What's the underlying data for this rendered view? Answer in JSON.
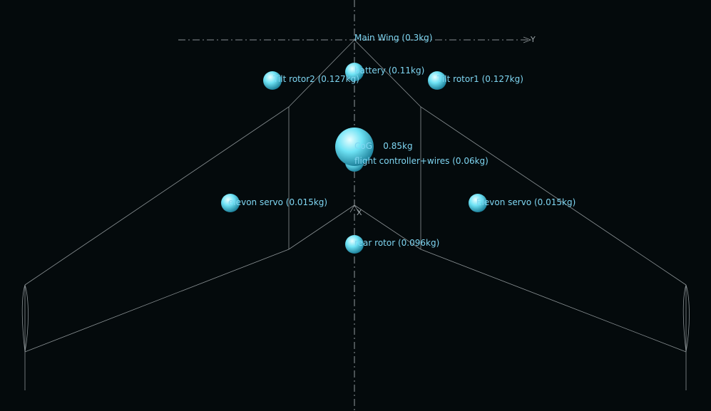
{
  "axes": {
    "y_label": "Y",
    "x_label": "X",
    "color": "#b5bcc0"
  },
  "colors": {
    "background": "#040a0c",
    "wing_edge": "#8c9396",
    "sphere_light": "#e8feff",
    "sphere_mid": "#6fe3f5",
    "sphere_dark": "#1c7f99",
    "label": "#7fd6f2"
  },
  "components": [
    {
      "id": "main-wing",
      "label": "Main Wing (0.3kg)",
      "marker": false
    },
    {
      "id": "battery",
      "label": "battery (0.11kg)",
      "marker": true
    },
    {
      "id": "tilt-rotor2",
      "label": "Tilt rotor2 (0.127kg)",
      "marker": true
    },
    {
      "id": "tilt-rotor1",
      "label": "Tilt rotor1 (0.127kg)",
      "marker": true
    },
    {
      "id": "cog",
      "label": "CoG    0.85kg",
      "marker": true
    },
    {
      "id": "flight-controller",
      "label": "flight controller+wires (0.06kg)",
      "marker": true
    },
    {
      "id": "elevon-servo-left",
      "label": "elevon servo (0.015kg)",
      "marker": true
    },
    {
      "id": "elevon-servo-right",
      "label": "Elevon servo (0.015kg)",
      "marker": true
    },
    {
      "id": "rear-rotor",
      "label": "rear rotor (0.096kg)",
      "marker": true
    }
  ]
}
